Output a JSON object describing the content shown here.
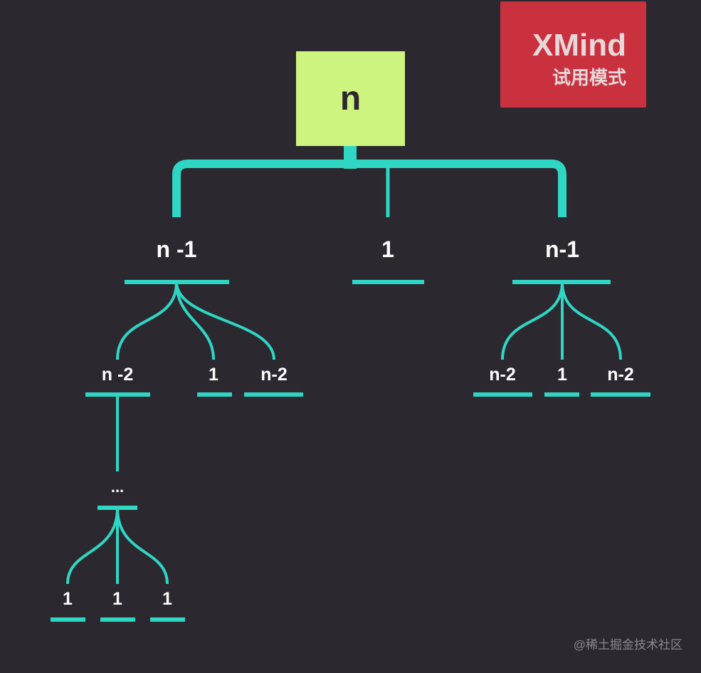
{
  "root": {
    "label": "n"
  },
  "branches": {
    "left": {
      "label": "n -1"
    },
    "middle": {
      "label": "1"
    },
    "right": {
      "label": "n-1"
    }
  },
  "left_children": {
    "a": {
      "label": "n -2"
    },
    "b": {
      "label": "1"
    },
    "c": {
      "label": "n-2"
    }
  },
  "right_children": {
    "a": {
      "label": "n-2"
    },
    "b": {
      "label": "1"
    },
    "c": {
      "label": "n-2"
    }
  },
  "ellipsis": {
    "label": "..."
  },
  "leaves": {
    "a": {
      "label": "1"
    },
    "b": {
      "label": "1"
    },
    "c": {
      "label": "1"
    }
  },
  "badge": {
    "title": "XMind",
    "subtitle": "试用模式"
  },
  "watermark": "@稀土掘金技术社区",
  "colors": {
    "background": "#2c2830",
    "connector": "#2ed6c3",
    "root_fill": "#cdf47f",
    "badge_fill": "#c8313d"
  }
}
